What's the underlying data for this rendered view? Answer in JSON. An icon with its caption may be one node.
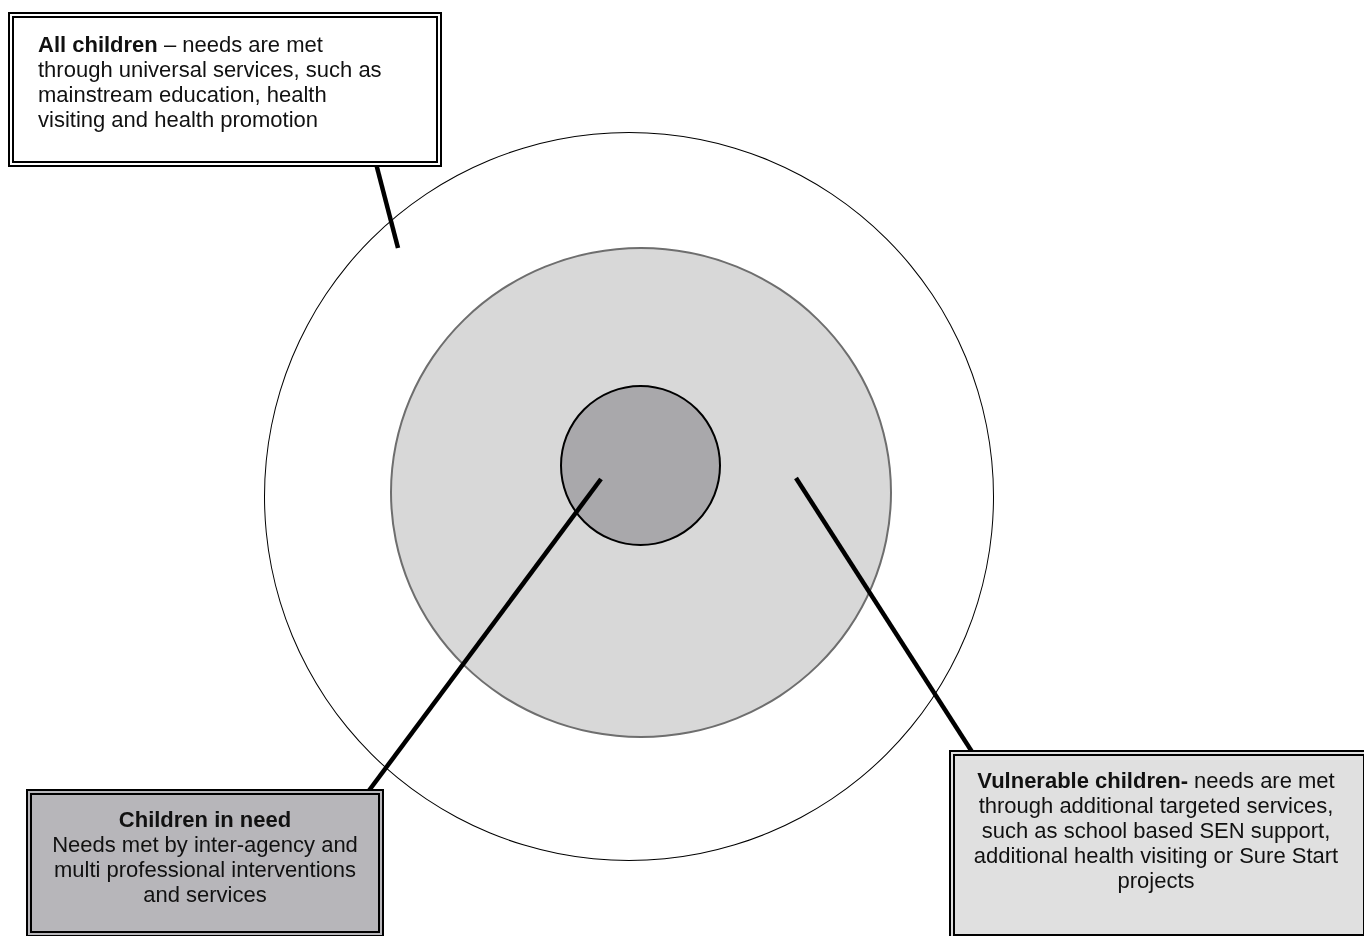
{
  "diagram": {
    "nodes": [
      {
        "text": [
          "**All children** – needs are met through universal services, such as mainstream education, health visiting and health promotion"
        ]
      },
      {
        "text": [],
        "shape": "circle"
      },
      {
        "text": [],
        "shape": "circle",
        "in": 1
      },
      {
        "text": [],
        "shape": "circle",
        "in": 2
      },
      {
        "text": [
          "Children in need",
          "Needs met by inter-agency and multi professional interventions and services"
        ]
      },
      {
        "text": [
          "**Vulnerable children-** needs are met through additional targeted services, such as school based SEN support, additional health visiting or Sure Start projects"
        ]
      }
    ],
    "edges": [
      {
        "from": 0,
        "to": 1,
        "arrow": "none"
      },
      {
        "from": 4,
        "to": 3,
        "arrow": "none"
      },
      {
        "from": 5,
        "to": 2,
        "arrow": "none"
      }
    ]
  }
}
